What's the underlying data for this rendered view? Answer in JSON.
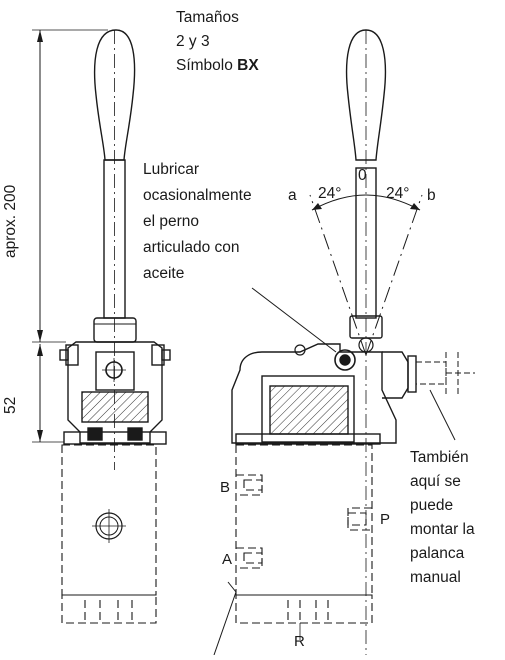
{
  "title": {
    "line1": "Tamaños",
    "line2": "2 y 3",
    "line3_prefix": "Símbolo ",
    "line3_bold": "BX"
  },
  "dimensions": {
    "height_label": "aprox. 200",
    "lower_label": "52"
  },
  "angles": {
    "left": "24°",
    "right": "24°",
    "left_mark": "a",
    "right_mark": "b",
    "center_mark": "0"
  },
  "lubricate_note": [
    "Lubricar",
    "ocasionalmente",
    "el perno",
    "articulado con",
    "aceite"
  ],
  "lever_note": [
    "También",
    "aquí se",
    "puede",
    "montar la",
    "palanca",
    "manual"
  ],
  "ports": {
    "B": "B",
    "A": "A",
    "P": "P",
    "R": "R"
  }
}
